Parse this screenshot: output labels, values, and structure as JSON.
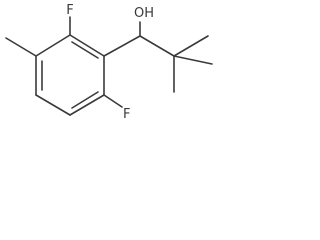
{
  "molecule": {
    "atoms": {
      "hydroxyl": "OH",
      "fluorine_top": "F",
      "fluorine_bottom": "F"
    }
  }
}
